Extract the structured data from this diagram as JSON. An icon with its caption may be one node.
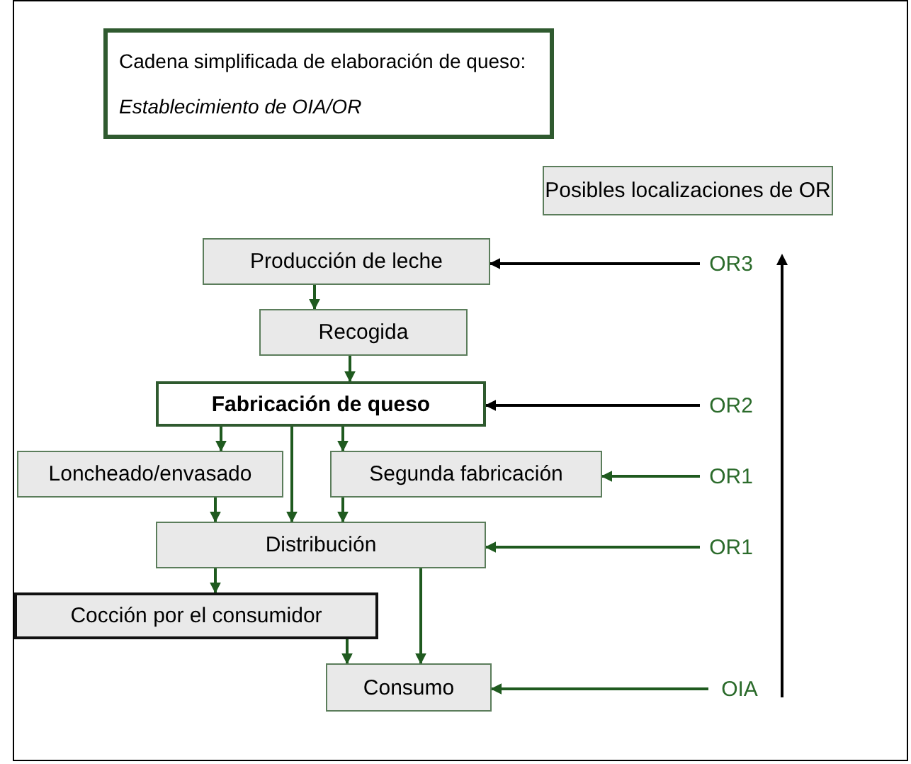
{
  "diagram": {
    "nodes": [
      {
        "text": [
          "Cadena simplificada de elaboración de queso:",
          "Establecimiento de OIA/OR"
        ]
      },
      {
        "text": [
          "Posibles localizaciones de OR"
        ]
      },
      {
        "text": [
          "Producción de leche"
        ]
      },
      {
        "text": [
          "Recogida"
        ]
      },
      {
        "text": [
          "Fabricación de queso"
        ]
      },
      {
        "text": [
          "Loncheado/envasado"
        ]
      },
      {
        "text": [
          "Segunda fabricación"
        ]
      },
      {
        "text": [
          "Distribución"
        ]
      },
      {
        "text": [
          "Cocción por el consumidor"
        ]
      },
      {
        "text": [
          "Consumo"
        ]
      },
      {
        "text": [
          "OR3"
        ]
      },
      {
        "text": [
          "OR2"
        ]
      },
      {
        "text": [
          "OR1"
        ]
      },
      {
        "text": [
          "OR1"
        ]
      },
      {
        "text": [
          "OIA"
        ]
      }
    ],
    "edges": [
      {
        "from": 2,
        "to": 3,
        "arrow": "to"
      },
      {
        "from": 3,
        "to": 4,
        "arrow": "to"
      },
      {
        "from": 4,
        "to": 5,
        "arrow": "to"
      },
      {
        "from": 4,
        "to": 6,
        "arrow": "to"
      },
      {
        "from": 4,
        "to": 7,
        "arrow": "to"
      },
      {
        "from": 5,
        "to": 7,
        "arrow": "to"
      },
      {
        "from": 6,
        "to": 7,
        "arrow": "to"
      },
      {
        "from": 7,
        "to": 8,
        "arrow": "to"
      },
      {
        "from": 8,
        "to": 9,
        "arrow": "to"
      },
      {
        "from": 7,
        "to": 9,
        "arrow": "to"
      },
      {
        "from": 10,
        "to": 2,
        "arrow": "to",
        "color": "#000000"
      },
      {
        "from": 11,
        "to": 4,
        "arrow": "to",
        "color": "#000000"
      },
      {
        "from": 12,
        "to": 6,
        "arrow": "to"
      },
      {
        "from": 13,
        "to": 7,
        "arrow": "to"
      },
      {
        "from": 14,
        "to": 9,
        "arrow": "to"
      }
    ]
  }
}
